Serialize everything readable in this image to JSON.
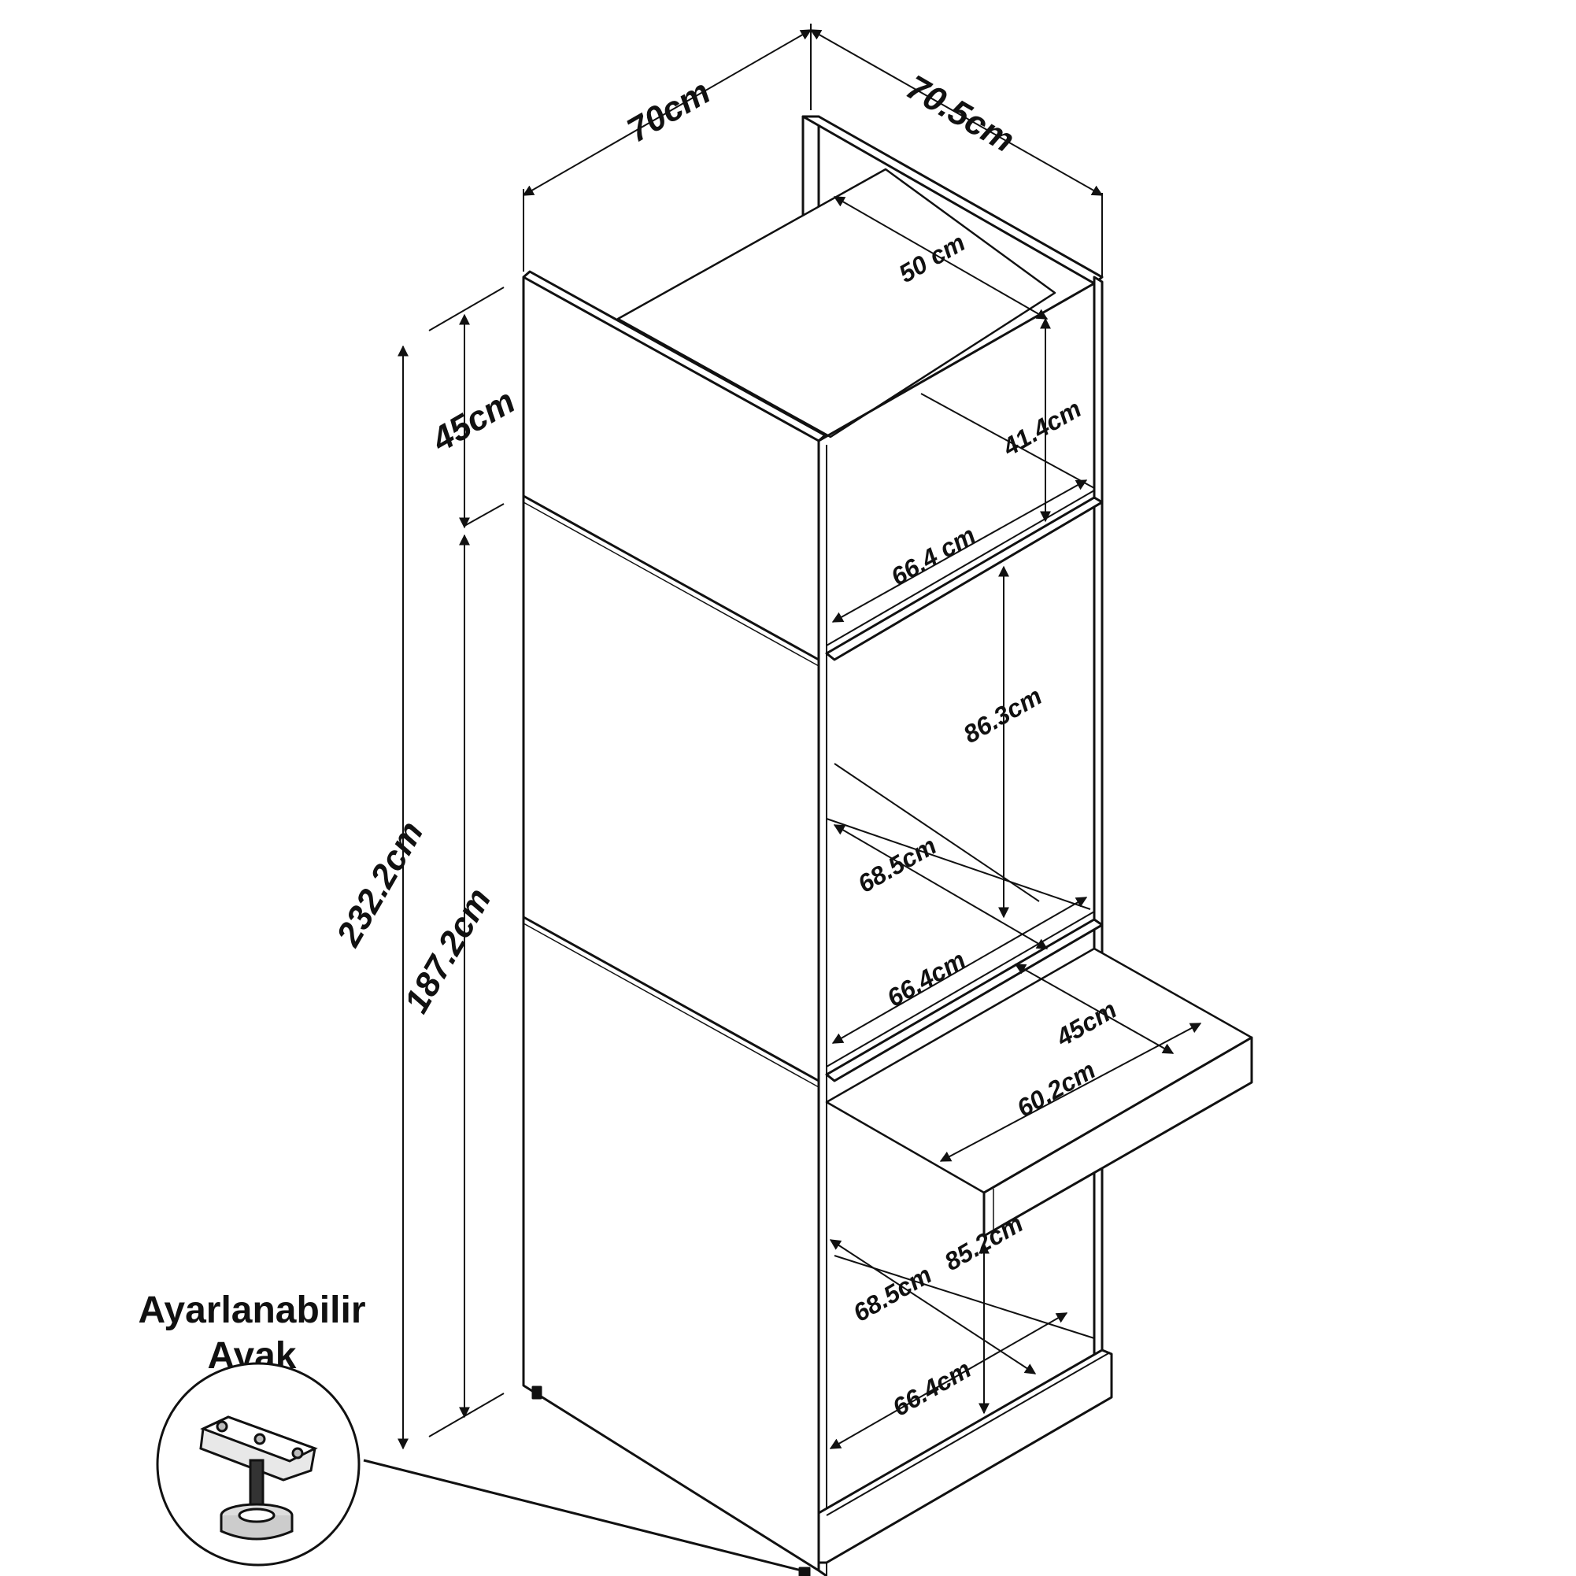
{
  "labels": {
    "overall_width": "70cm",
    "overall_depth": "70.5cm",
    "top_inner_depth": "50 cm",
    "top_inner_height": "41.4cm",
    "top_inner_width": "66.4 cm",
    "top_height": "45cm",
    "total_height": "232.2cm",
    "lower_height": "187.2cm",
    "middle_inner_height": "86.3cm",
    "middle_inner_depth": "68.5cm",
    "middle_inner_width": "66.4cm",
    "drawer_depth": "45cm",
    "drawer_width": "60.2cm",
    "bottom_inner_height": "85.2cm",
    "bottom_inner_depth": "68.5cm",
    "bottom_inner_width": "66.4cm"
  },
  "callout": {
    "title_line1": "Ayarlanabilir",
    "title_line2": "Ayak"
  },
  "colors": {
    "line": "#111111",
    "background": "#ffffff"
  }
}
